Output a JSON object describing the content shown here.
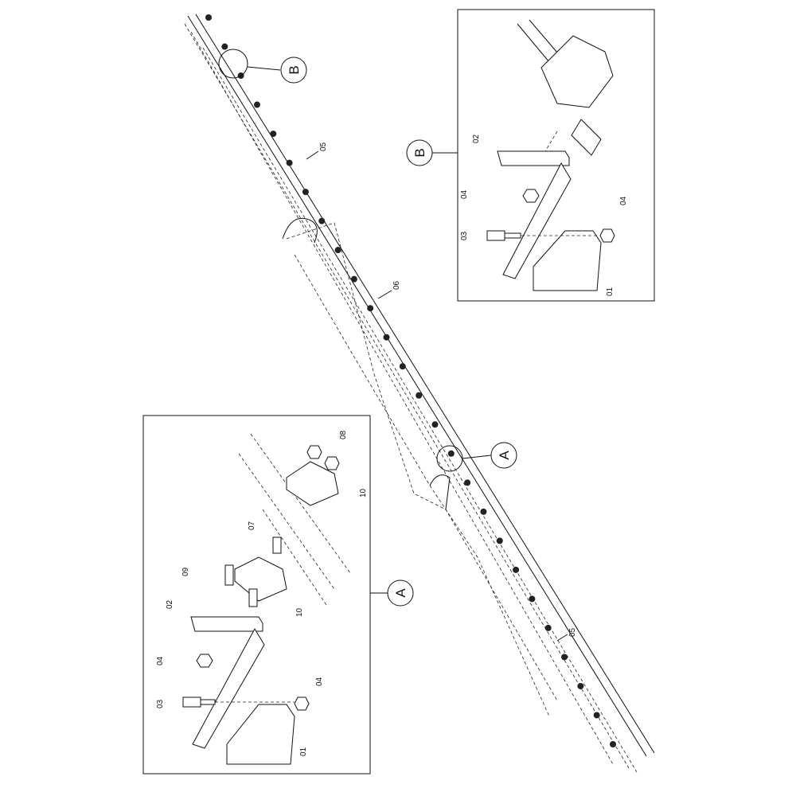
{
  "main": {
    "callout_b": "B",
    "callout_a": "A",
    "label_upper_boom": "05",
    "label_mid_boom": "06",
    "label_lower_boom": "05"
  },
  "detail_b": {
    "callout": "B",
    "labels": {
      "bracket": "02",
      "nut_left": "04",
      "bolt": "03",
      "nut_right": "04",
      "clamp": "01"
    }
  },
  "detail_a": {
    "callout": "A",
    "labels": {
      "nuts": "08",
      "plate_upper": "10",
      "bolt_upper": "07",
      "bolt_left": "09",
      "plate_lower": "10",
      "bracket": "02",
      "nut_left": "04",
      "bolt": "03",
      "nut_right": "04",
      "clamp": "01"
    }
  }
}
